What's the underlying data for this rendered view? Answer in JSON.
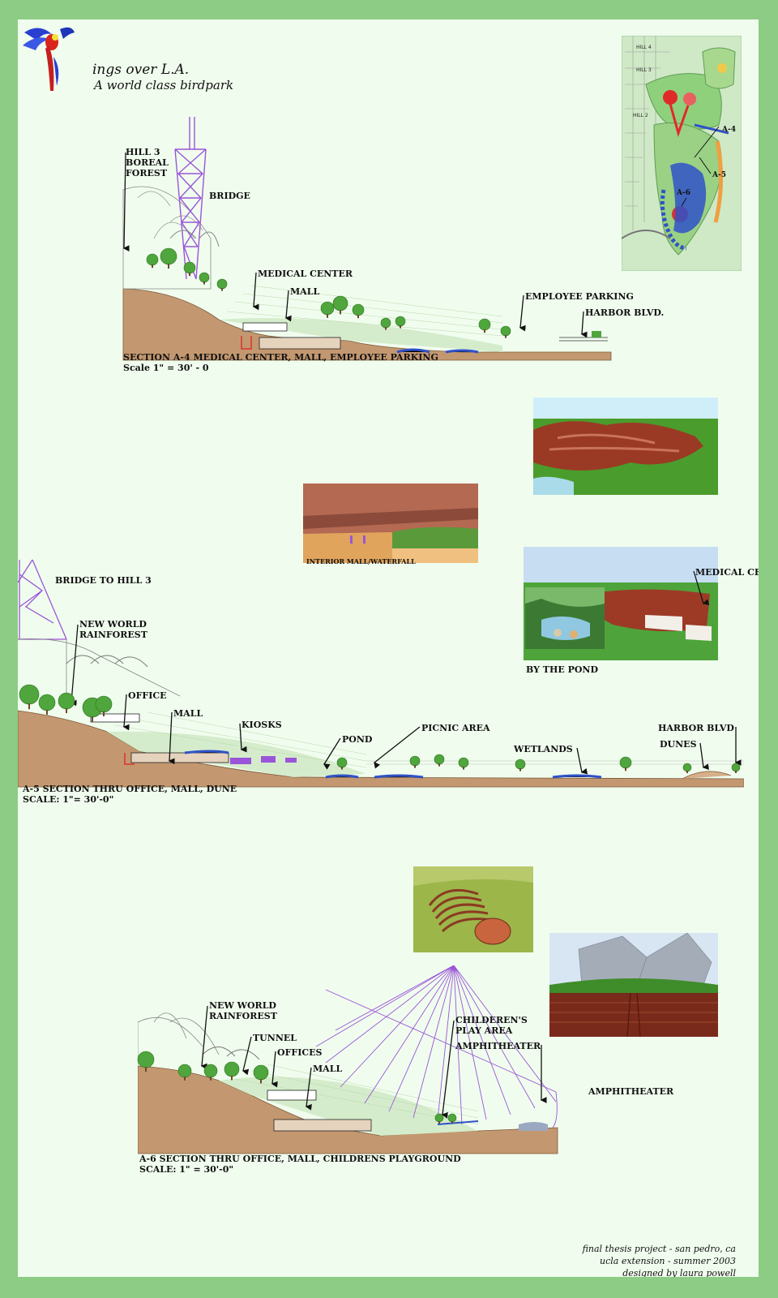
{
  "header": {
    "title": "ings over L.A.",
    "subtitle": "A world class birdpark"
  },
  "site_plan_labels": {
    "hill4": "HILL 4",
    "hill3": "HILL 3",
    "hill2": "HILL 2",
    "a4": "A-4",
    "a5": "A-5",
    "a6": "A-6"
  },
  "section_a4": {
    "labels": {
      "hill3_boreal": [
        "HILL 3",
        "BOREAL",
        "FOREST"
      ],
      "bridge": "BRIDGE",
      "medical_center": "MEDICAL CENTER",
      "mall": "MALL",
      "employee_parking": "EMPLOYEE PARKING",
      "harbor_blvd": "HARBOR BLVD."
    },
    "caption": "SECTION A-4 MEDICAL CENTER, MALL, EMPLOYEE PARKING",
    "scale": "Scale 1\" = 30' - 0"
  },
  "renderings": {
    "interior_mall": "INTERIOR MALL/WATERFALL",
    "medical_center": "MEDICAL CENTER",
    "by_the_pond": "BY THE POND",
    "amphitheater": "AMPHITHEATER"
  },
  "section_a5": {
    "labels": {
      "bridge_to_hill3": "BRIDGE TO HILL 3",
      "new_world_rainforest": [
        "NEW WORLD",
        "RAINFOREST"
      ],
      "office": "OFFICE",
      "mall": "MALL",
      "kiosks": "KIOSKS",
      "pond": "POND",
      "picnic_area": "PICNIC AREA",
      "wetlands": "WETLANDS",
      "harbor_blvd": "HARBOR BLVD",
      "dunes": "DUNES"
    },
    "caption": "A-5 SECTION THRU OFFICE, MALL, DUNE",
    "scale": "SCALE:  1\"= 30'-0\""
  },
  "section_a6": {
    "labels": {
      "new_world_rainforest": [
        "NEW WORLD",
        "RAINFOREST"
      ],
      "tunnel": "TUNNEL",
      "offices": "OFFICES",
      "mall": "MALL",
      "childrens_play_area": [
        "CHILDEREN'S",
        "PLAY AREA"
      ],
      "amphitheater": "AMPHITHEATER"
    },
    "caption": "A-6 SECTION THRU OFFICE, MALL, CHILDRENS PLAYGROUND",
    "scale": "SCALE: 1\" = 30'-0\""
  },
  "credits": [
    "final thesis project - san pedro, ca",
    "ucla extension - summer 2003",
    "designed by laura powell"
  ],
  "colors": {
    "page_border": "#8ccc85",
    "sheet_bg": "#f0fdee",
    "soil": "#c39870",
    "structure_purple": "#9a55d8",
    "water": "#2f52c8",
    "tree_green": "#4fa63c",
    "terrace_green": "#cfe8c4"
  }
}
